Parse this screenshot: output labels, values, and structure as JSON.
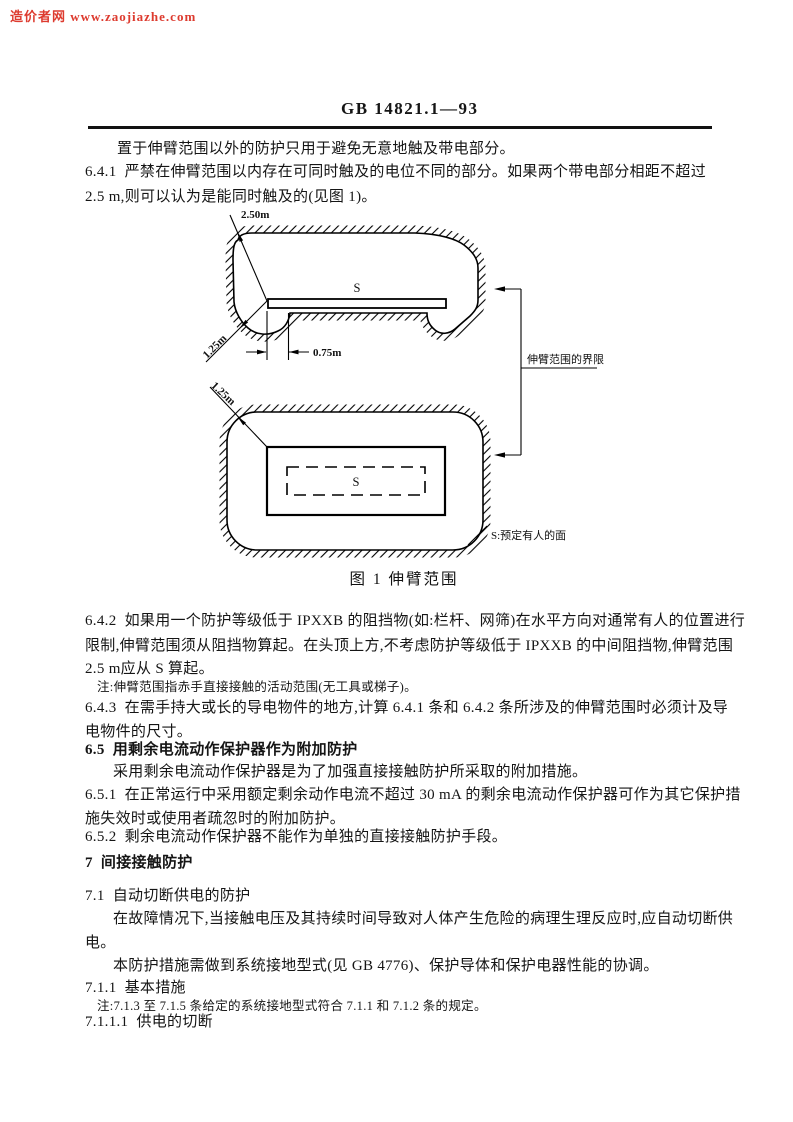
{
  "watermark": {
    "text": "造价者网 www.zaojiazhe.com",
    "color": "#dd3b2f"
  },
  "header": {
    "doc_number": "GB 14821.1—93"
  },
  "body": {
    "lines": [
      "置于伸臂范围以外的防护只用于避免无意地触及带电部分。",
      "6.4.1  严禁在伸臂范围以内存在可同时触及的电位不同的部分。如果两个带电部分相距不超过",
      "2.5 m,则可以认为是能同时触及的(见图 1)。",
      "6.4.2  如果用一个防护等级低于 IPXXB 的阻挡物(如:栏杆、网筛)在水平方向对通常有人的位置进行",
      "限制,伸臂范围须从阻挡物算起。在头顶上方,不考虑防护等级低于 IPXXB 的中间阻挡物,伸臂范围",
      "2.5 m应从 S 算起。",
      "注:伸臂范围指赤手直接接触的活动范围(无工具或梯子)。",
      "6.4.3  在需手持大或长的导电物件的地方,计算 6.4.1 条和 6.4.2 条所涉及的伸臂范围时必须计及导",
      "电物件的尺寸。",
      "6.5  用剩余电流动作保护器作为附加防护",
      "采用剩余电流动作保护器是为了加强直接接触防护所采取的附加措施。",
      "6.5.1  在正常运行中采用额定剩余动作电流不超过 30 mA 的剩余电流动作保护器可作为其它保护措",
      "施失效时或使用者疏忽时的附加防护。",
      "6.5.2  剩余电流动作保护器不能作为单独的直接接触防护手段。",
      "7  间接接触防护",
      "7.1  自动切断供电的防护",
      "在故障情况下,当接触电压及其持续时间导致对人体产生危险的病理生理反应时,应自动切断供",
      "电。",
      "本防护措施需做到系统接地型式(见 GB 4776)、保护导体和保护电器性能的协调。",
      "7.1.1  基本措施",
      "注:7.1.3 至 7.1.5 条给定的系统接地型式符合 7.1.1 和 7.1.2 条的规定。",
      "7.1.1.1  供电的切断"
    ]
  },
  "figure": {
    "caption": "图 1  伸臂范围",
    "labels": {
      "dim_2_50": "2.50m",
      "dim_1_25_upper": "1.25m",
      "dim_1_25_lower": "1.25m",
      "dim_0_75": "0.75m",
      "surface_upper": "S",
      "surface_lower": "S",
      "boundary": "伸臂范围的界限",
      "legend": "S:预定有人的面"
    }
  }
}
